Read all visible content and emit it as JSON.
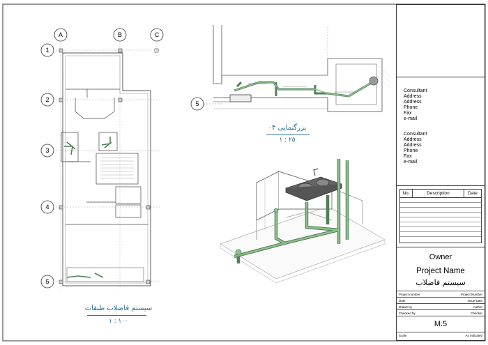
{
  "grid": {
    "columns": [
      "A",
      "B",
      "C"
    ],
    "rows": [
      "1",
      "2",
      "3",
      "4",
      "5"
    ],
    "detail_row": "5"
  },
  "views": {
    "plan": {
      "title": "سیستم فاضلاب طبقات",
      "scale": "۱ : ۱۰۰"
    },
    "detail": {
      "title": "بزرگنمایی ۰۴",
      "scale": "۱ : ۲۵"
    }
  },
  "title_block": {
    "consultants": [
      [
        "Consultant",
        "Address",
        "Address",
        "Phone",
        "Fax",
        "e-mail"
      ],
      [
        "Consultant",
        "Address",
        "Address",
        "Phone",
        "Fax",
        "e-mail"
      ]
    ],
    "revision_headers": [
      "No.",
      "Description",
      "Date"
    ],
    "owner": "Owner",
    "project_name": "Project Name",
    "drawing_title": "سیستم فاضلاب",
    "fields": [
      {
        "label": "Project number",
        "value": "Project Number"
      },
      {
        "label": "Date",
        "value": "Issue Date"
      },
      {
        "label": "Drawn by",
        "value": "Author"
      },
      {
        "label": "Checked by",
        "value": "Checker"
      }
    ],
    "sheet_number": "M.5",
    "scale_label": "Scale",
    "scale_value": "As indicated"
  },
  "colors": {
    "pipe": "#8fbf8a",
    "pipe_dark": "#4f7f58",
    "title": "#2b6c93",
    "line": "#333333"
  }
}
